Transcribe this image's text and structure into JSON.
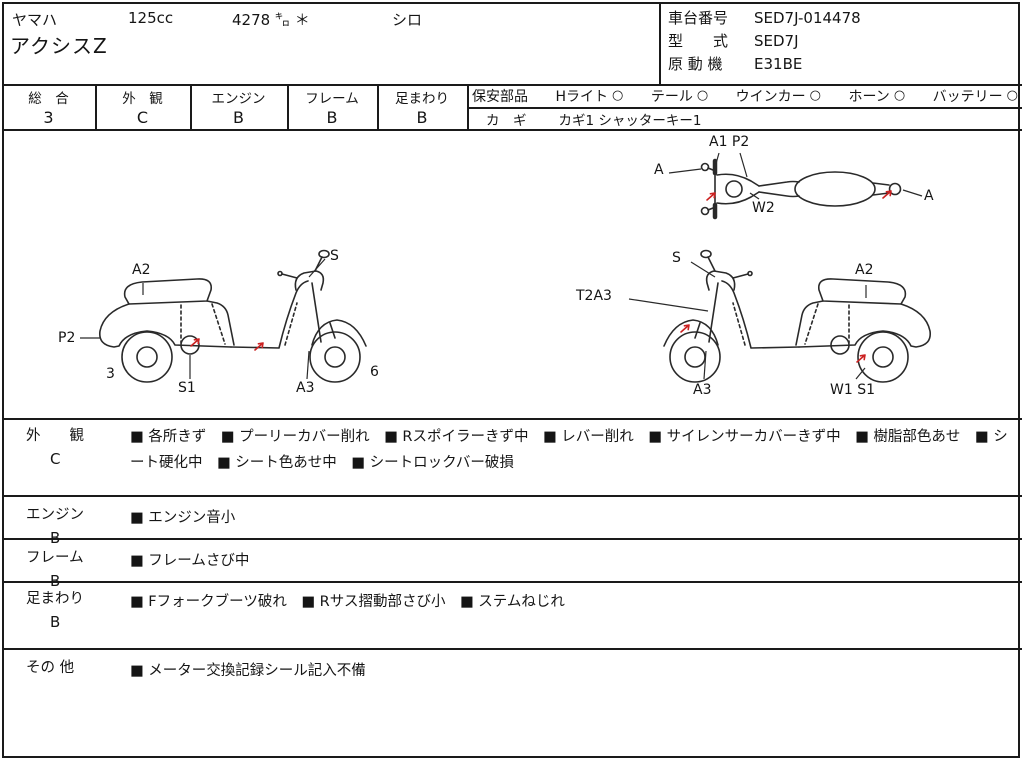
{
  "header": {
    "maker": "ヤマハ",
    "displacement": "125cc",
    "mileage": "4278 ㌔ ＊",
    "color": "シロ",
    "model_name": "アクシスZ",
    "id_rows": [
      {
        "label": "車台番号",
        "value": "SED7J-014478"
      },
      {
        "label": "型　　式",
        "value": "SED7J"
      },
      {
        "label": "原 動 機",
        "value": "E31BE"
      }
    ]
  },
  "grades": {
    "cells": [
      {
        "label": "総　合",
        "value": "3"
      },
      {
        "label": "外　観",
        "value": "C"
      },
      {
        "label": "エンジン",
        "value": "B"
      },
      {
        "label": "フレーム",
        "value": "B"
      },
      {
        "label": "足まわり",
        "value": "B"
      }
    ],
    "safety": {
      "title": "保安部品",
      "items": [
        {
          "label": "Hライト",
          "status": "○"
        },
        {
          "label": "テール",
          "status": "○"
        },
        {
          "label": "ウインカー",
          "status": "○"
        },
        {
          "label": "ホーン",
          "status": "○"
        },
        {
          "label": "バッテリー",
          "status": "○"
        }
      ],
      "key_label": "カ　ギ",
      "key_value": "カギ1 シャッターキー1"
    }
  },
  "diagram": {
    "top_view": {
      "a1p2": "A1 P2",
      "a_left": "A",
      "w2": "W2",
      "a_right": "A"
    },
    "left_view": {
      "s": "S",
      "a2": "A2",
      "p2": "P2",
      "tread_rear": "3",
      "s1": "S1",
      "a3": "A3",
      "tread_front": "6"
    },
    "right_view": {
      "s": "S",
      "a2": "A2",
      "t2a3": "T2A3",
      "a3": "A3",
      "w1s1": "W1 S1"
    }
  },
  "notes": [
    {
      "label": "外　　観",
      "grade": "C",
      "text": "■ 各所きず　■ プーリーカバー削れ　■ Rスポイラーきず中　■ レバー削れ　■ サイレンサーカバーきず中　■ 樹脂部色あせ　■ シート硬化中　■ シート色あせ中　■ シートロックバー破損"
    },
    {
      "label": "エンジン",
      "grade": "B",
      "text": "■ エンジン音小"
    },
    {
      "label": "フレーム",
      "grade": "B",
      "text": "■ フレームさび中"
    },
    {
      "label": "足まわり",
      "grade": "B",
      "text": "■ Fフォークブーツ破れ　■ Rサス摺動部さび小　■ ステムねじれ"
    },
    {
      "label": "その 他",
      "grade": "",
      "text": "■ メーター交換記録シール記入不備"
    }
  ]
}
